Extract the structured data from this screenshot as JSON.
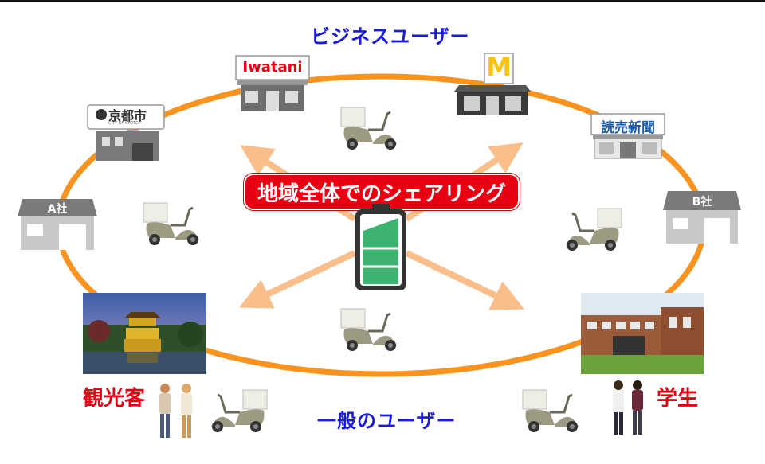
{
  "header": {
    "business_users": "ビジネスユーザー"
  },
  "center": {
    "banner": "地域全体でのシェアリング"
  },
  "footer": {
    "general_users": "一般のユーザー"
  },
  "partners": {
    "kyoto": {
      "name": "京都市",
      "sub": "CITY OF KYOTO"
    },
    "iwatani": {
      "name": "Iwatani"
    },
    "mcdonalds": {
      "name": "M"
    },
    "yomiuri": {
      "name": "読売新聞"
    },
    "company_a": {
      "name": "A社"
    },
    "company_b": {
      "name": "B社"
    }
  },
  "consumers": {
    "tourists": {
      "label": "観光客"
    },
    "students": {
      "label": "学生"
    }
  },
  "colors": {
    "ring": "#f7931e",
    "arrow": "#f9be8a",
    "banner": "#e60012",
    "heading": "#1a1adb",
    "battery_fill": "#3cb371",
    "scooter": "#9c9a83"
  },
  "battery": {
    "level": 0.8
  }
}
